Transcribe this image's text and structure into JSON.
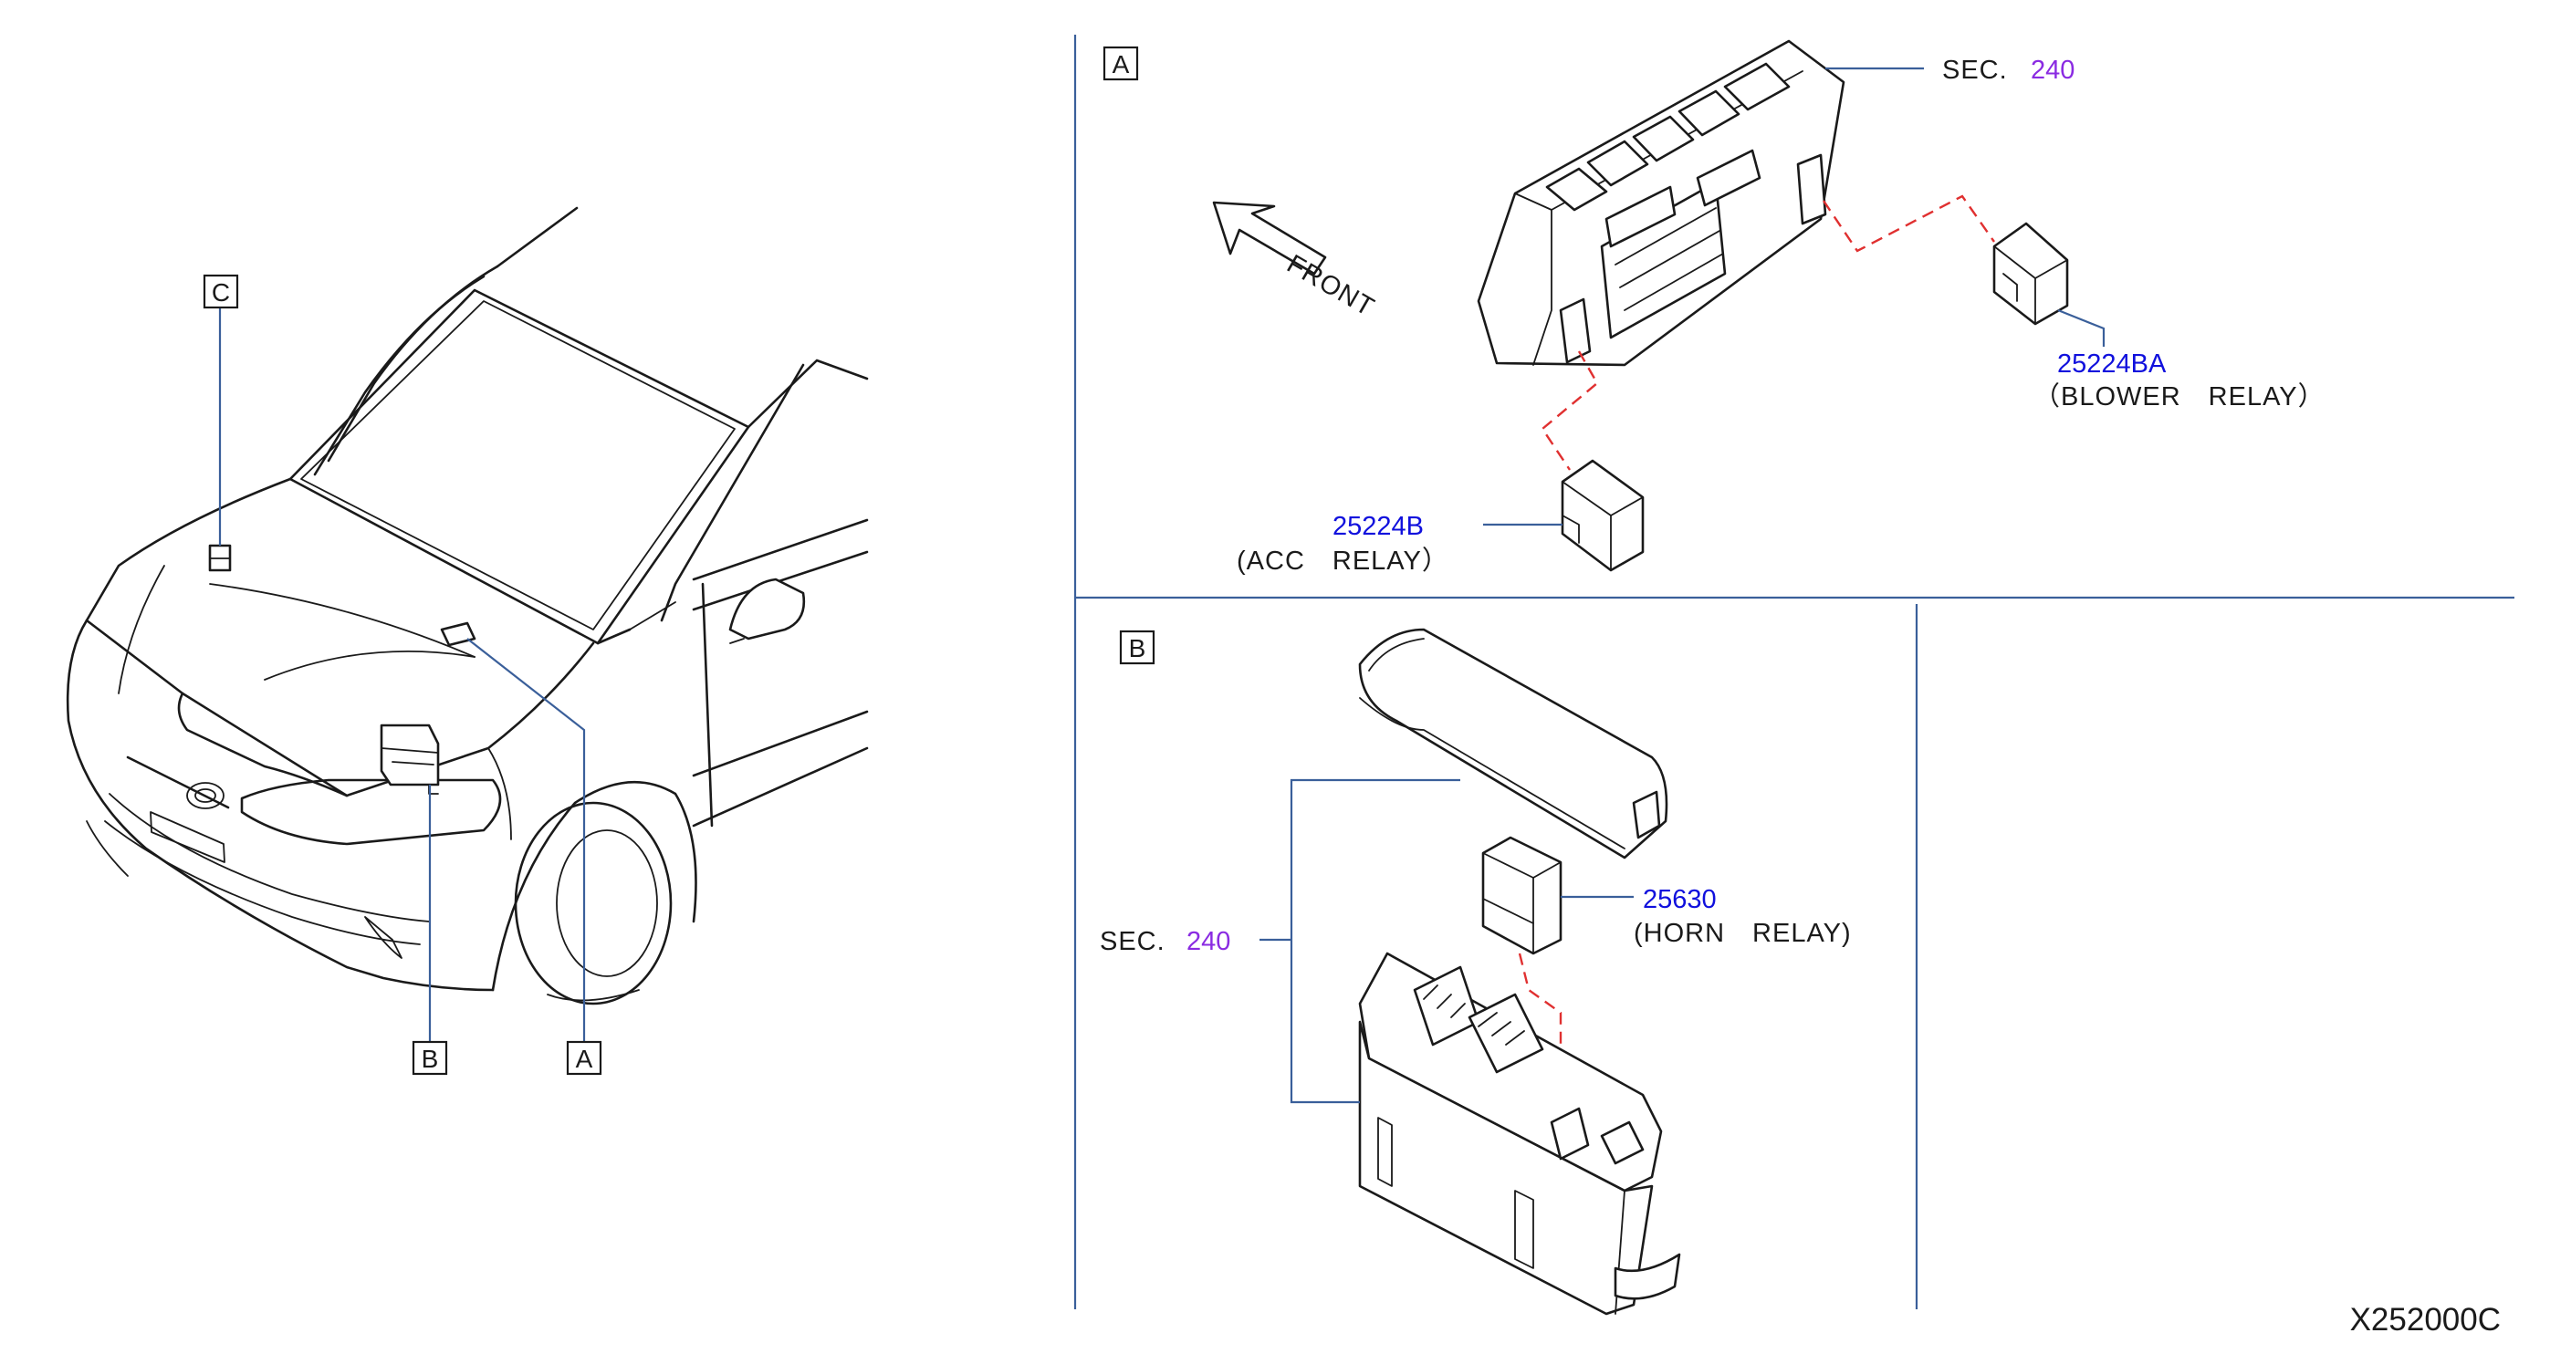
{
  "callouts": {
    "a": "A",
    "b": "B",
    "c": "C"
  },
  "panel_a": {
    "sec_prefix": "SEC.",
    "sec_number": "240",
    "front_label": "FRONT",
    "blower": {
      "part": "25224BA",
      "name": "（BLOWER　RELAY）"
    },
    "acc": {
      "part": "25224B",
      "name": "(ACC　RELAY）"
    }
  },
  "panel_b": {
    "sec_prefix": "SEC.",
    "sec_number": "240",
    "horn": {
      "part": "25630",
      "name": "(HORN　RELAY)"
    }
  },
  "figure_code": "X252000C",
  "colors": {
    "part_number": "#1010dd",
    "section_ref": "#8a2be2",
    "leader": "#3a5f9a",
    "connection": "#e03030"
  }
}
